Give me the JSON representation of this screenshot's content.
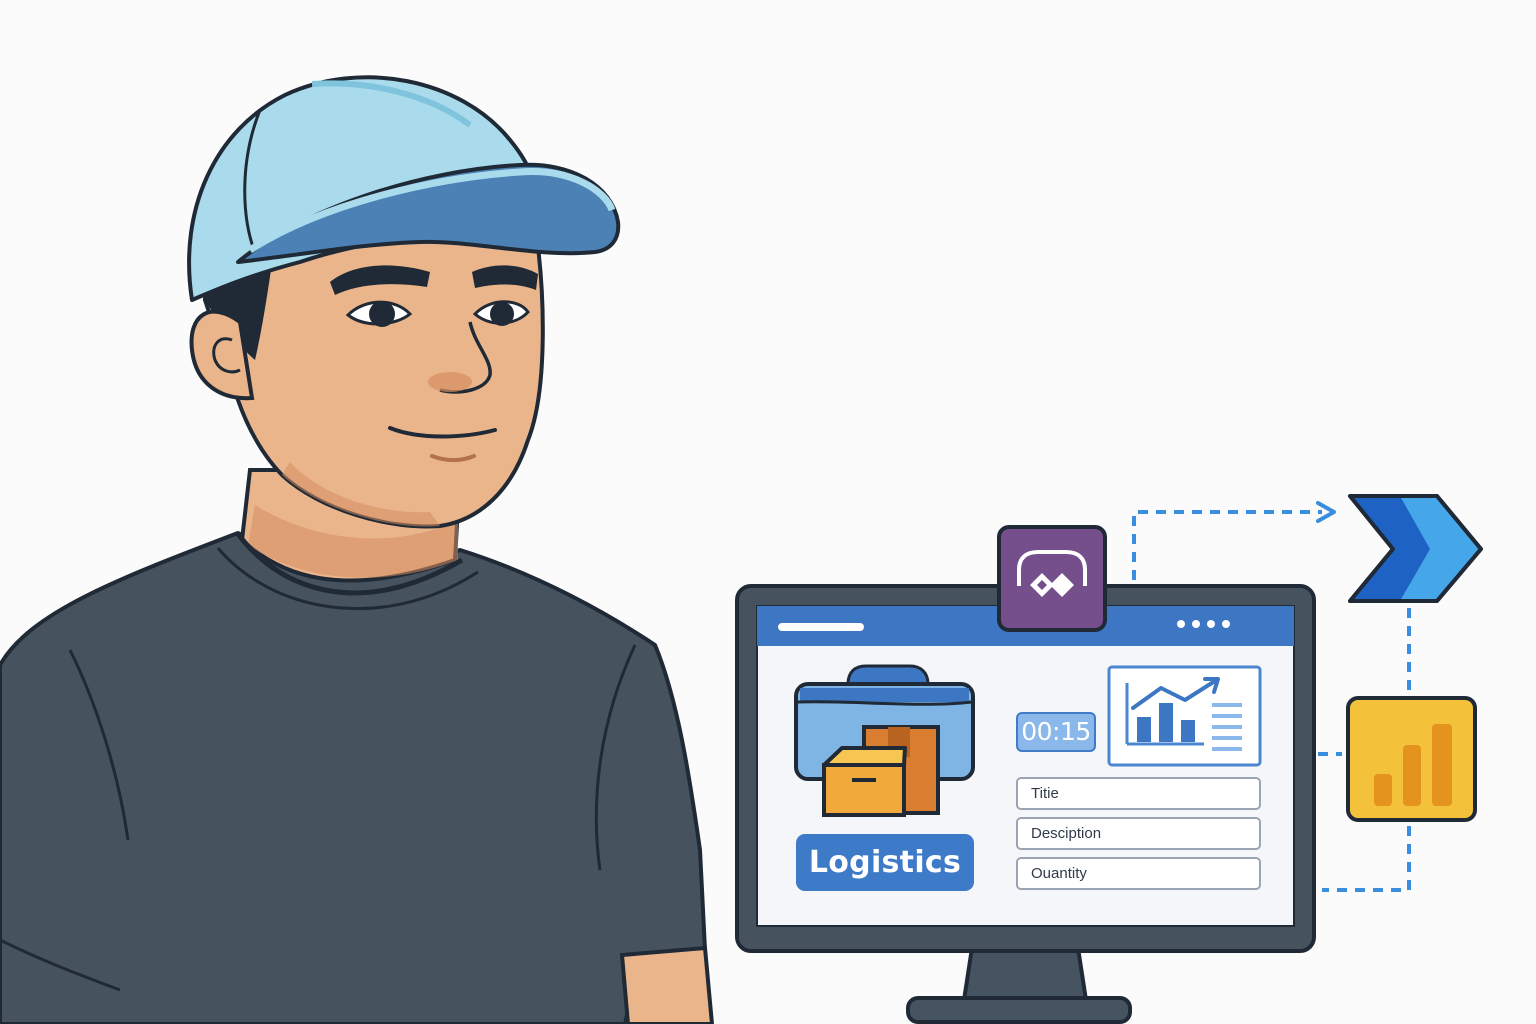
{
  "screen": {
    "timer": "00:15",
    "button_label": "Logistics",
    "fields": [
      {
        "label": "Titie"
      },
      {
        "label": "Desciption"
      },
      {
        "label": "Ouantity"
      }
    ]
  },
  "icons": {
    "app_badge": "power-apps-icon",
    "flow_badge": "power-automate-icon",
    "report_badge": "power-bi-icon",
    "box_illustration": "package-boxes-icon",
    "chart_panel": "trend-chart-icon"
  },
  "colors": {
    "accent_blue": "#3d7ac7",
    "apps_purple": "#744f8c",
    "bi_yellow": "#f3c13a",
    "shirt": "#46535f",
    "cap": "#a9dbec",
    "skin": "#ebb58c"
  }
}
